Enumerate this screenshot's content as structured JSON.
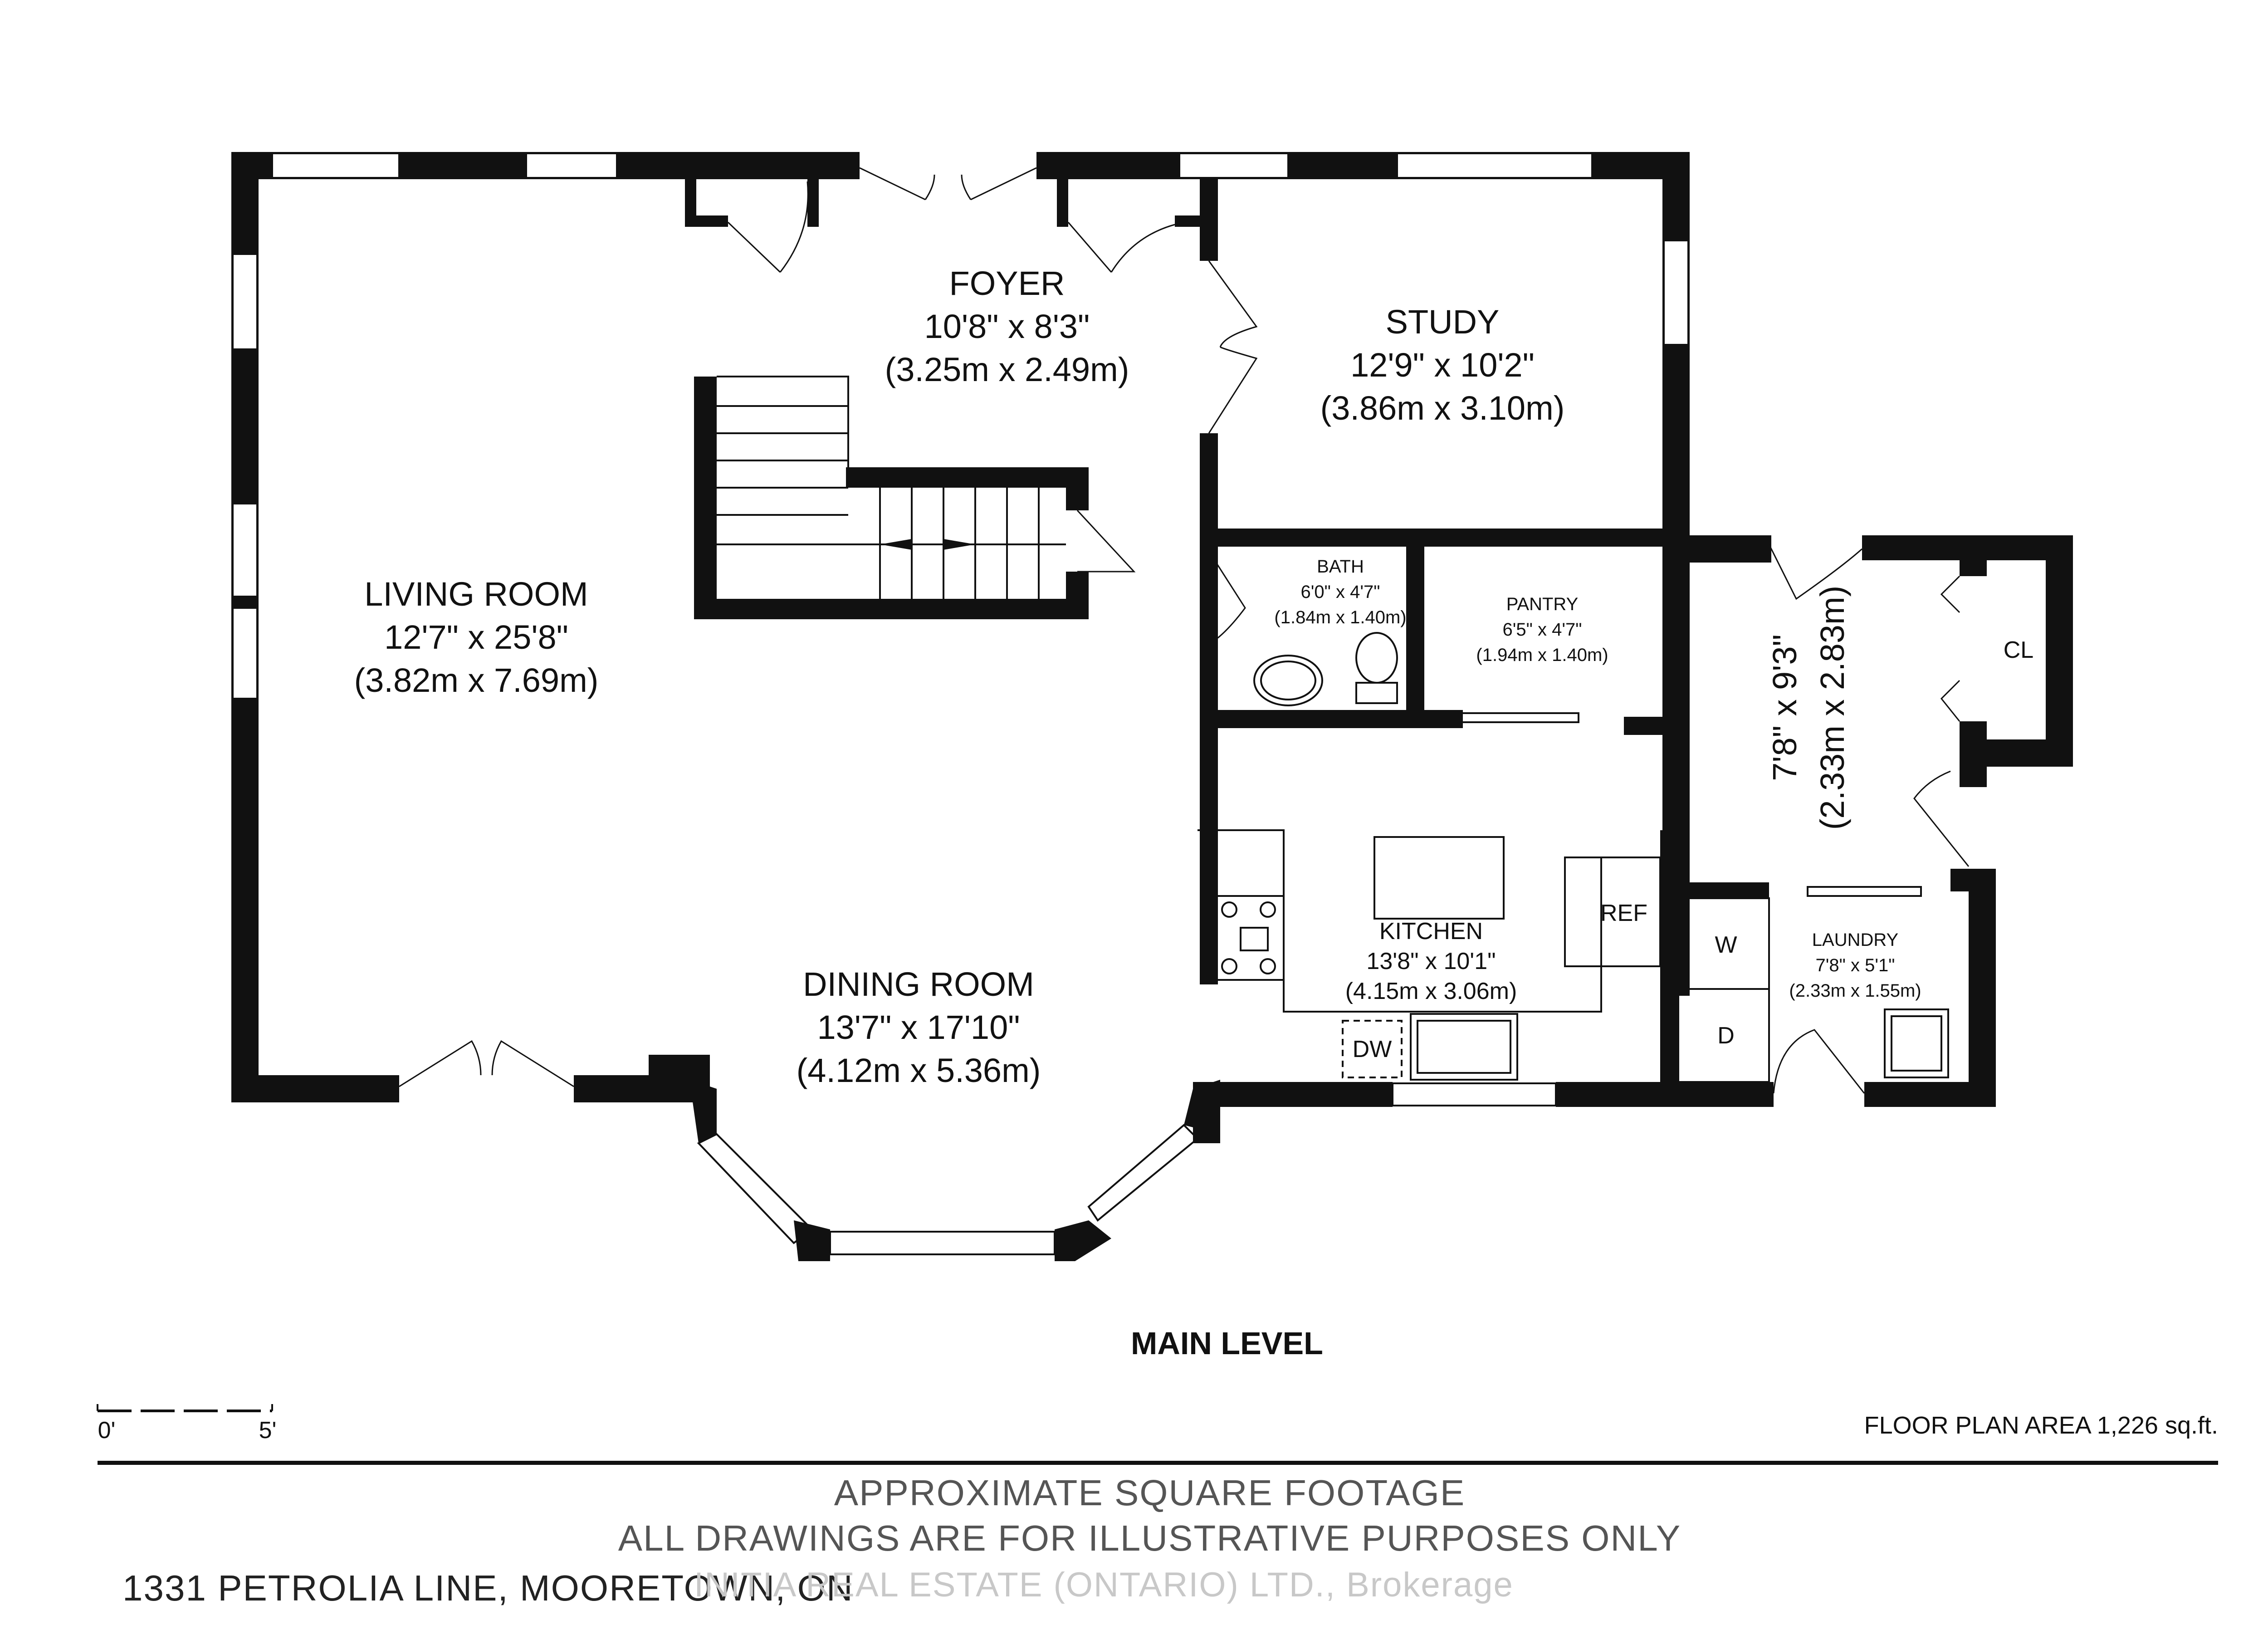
{
  "rooms": {
    "foyer": {
      "name": "FOYER",
      "dim_ft": "10'8\" x 8'3\"",
      "dim_m": "(3.25m x 2.49m)"
    },
    "study": {
      "name": "STUDY",
      "dim_ft": "12'9\" x 10'2\"",
      "dim_m": "(3.86m x 3.10m)"
    },
    "living": {
      "name": "LIVING ROOM",
      "dim_ft": "12'7\" x 25'8\"",
      "dim_m": "(3.82m x 7.69m)"
    },
    "dining": {
      "name": "DINING ROOM",
      "dim_ft": "13'7\" x 17'10\"",
      "dim_m": "(4.12m x 5.36m)"
    },
    "bath": {
      "name": "BATH",
      "dim_ft": "6'0\" x 4'7\"",
      "dim_m": "(1.84m x 1.40m)"
    },
    "pantry": {
      "name": "PANTRY",
      "dim_ft": "6'5\" x 4'7\"",
      "dim_m": "(1.94m x 1.40m)"
    },
    "kitchen": {
      "name": "KITCHEN",
      "dim_ft": "13'8\" x 10'1\"",
      "dim_m": "(4.15m x 3.06m)"
    },
    "laundry": {
      "name": "LAUNDRY",
      "dim_ft": "7'8\" x 5'1\"",
      "dim_m": "(2.33m x 1.55m)"
    },
    "hall": {
      "dim_ft": "7'8\" x 9'3\"",
      "dim_m": "(2.33m x 2.83m)"
    }
  },
  "fixtures": {
    "closet": "CL",
    "fridge": "REF",
    "dishwasher": "DW",
    "washer": "W",
    "dryer": "D"
  },
  "level_title": "MAIN LEVEL",
  "scale": {
    "start": "0'",
    "end": "5'"
  },
  "area": "FLOOR PLAN AREA 1,226 sq.ft.",
  "footer": {
    "line1": "APPROXIMATE SQUARE FOOTAGE",
    "line2": "ALL DRAWINGS ARE FOR ILLUSTRATIVE PURPOSES ONLY",
    "address": "1331 PETROLIA LINE, MOORETOWN, ON",
    "brokerage": "INITIA REAL ESTATE (ONTARIO) LTD., Brokerage"
  }
}
